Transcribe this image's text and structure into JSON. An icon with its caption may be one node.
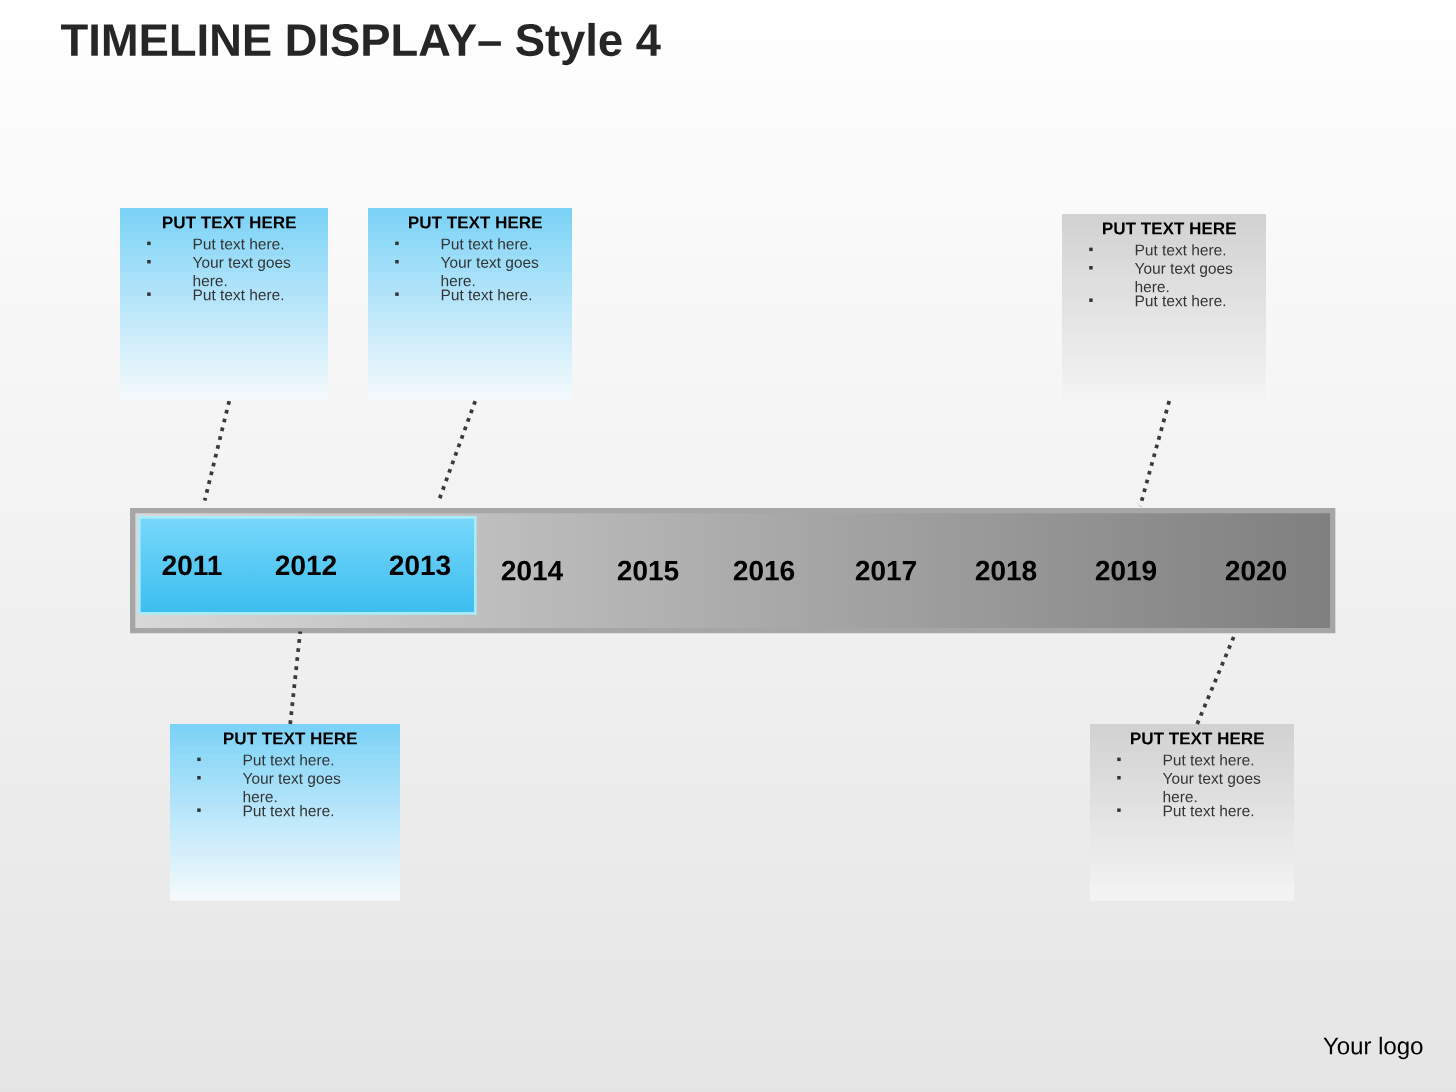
{
  "diagram": {
    "title": "TIMELINE DISPLAY– Style 4",
    "nodes": [
      {
        "text": [
          "PUT TEXT HERE",
          "Put text here.",
          "Your text goes here.",
          "Put text here."
        ]
      },
      {
        "text": [
          "PUT TEXT HERE",
          "Put text here.",
          "Your text goes here.",
          "Put text here."
        ]
      },
      {
        "text": [
          "PUT TEXT HERE",
          "Put text here.",
          "Your text goes here.",
          "Put text here."
        ]
      },
      {
        "text": [],
        "shape": "bar"
      },
      {
        "text": [],
        "shape": "bar",
        "in": 3
      },
      {
        "text": [
          "2011"
        ],
        "in": 4
      },
      {
        "text": [
          "2012"
        ],
        "in": 4
      },
      {
        "text": [
          "2013"
        ],
        "in": 4
      },
      {
        "text": [
          "2014"
        ],
        "in": 3
      },
      {
        "text": [
          "2015"
        ],
        "in": 3
      },
      {
        "text": [
          "2016"
        ],
        "in": 3
      },
      {
        "text": [
          "2017"
        ],
        "in": 3
      },
      {
        "text": [
          "2018"
        ],
        "in": 3
      },
      {
        "text": [
          "2019"
        ],
        "in": 3
      },
      {
        "text": [
          "2020"
        ],
        "in": 3
      },
      {
        "text": [
          "PUT TEXT HERE",
          "Put text here.",
          "Your text goes here.",
          "Put text here."
        ]
      },
      {
        "text": [
          "PUT TEXT HERE",
          "Put text here.",
          "Your text goes here.",
          "Put text here."
        ]
      }
    ],
    "edges": [
      {
        "from": 0,
        "to": 5,
        "arrow": "none",
        "style": "dashed"
      },
      {
        "from": 1,
        "to": 7,
        "arrow": "none",
        "style": "dashed"
      },
      {
        "from": 2,
        "to": 13,
        "arrow": "none",
        "style": "dashed"
      },
      {
        "from": 15,
        "to": 6,
        "arrow": "none",
        "style": "dashed"
      },
      {
        "from": 16,
        "to": 14,
        "arrow": "none",
        "style": "dashed"
      }
    ],
    "labels": [
      "Your logo"
    ]
  }
}
